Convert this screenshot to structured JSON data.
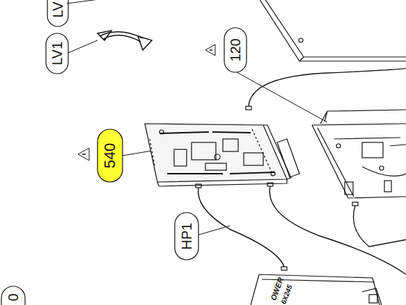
{
  "diagram": {
    "labels": [
      "LV",
      "LV1",
      "120",
      "540",
      "HP1",
      "0",
      "OWER",
      "6X245"
    ]
  }
}
